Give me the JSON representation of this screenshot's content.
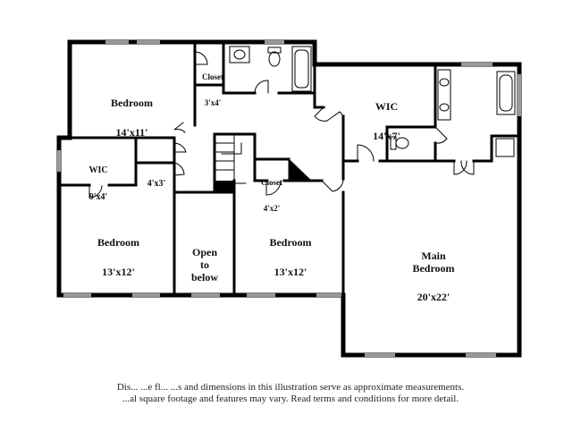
{
  "rooms": [
    {
      "id": "bedroom-nw",
      "name": "Bedroom",
      "dims": "14'x11'"
    },
    {
      "id": "closet-nw",
      "name": "Closet",
      "dims": "3'x4'"
    },
    {
      "id": "wic-w",
      "name": "WIC",
      "dims": "9'x4'"
    },
    {
      "id": "closet-small",
      "name": "",
      "dims": "4'x3'"
    },
    {
      "id": "bedroom-sw",
      "name": "Bedroom",
      "dims": "13'x12'"
    },
    {
      "id": "open-below",
      "name": "Open\nto\nbelow",
      "dims": ""
    },
    {
      "id": "closet-center",
      "name": "Closet",
      "dims": "4'x2'"
    },
    {
      "id": "bedroom-center",
      "name": "Bedroom",
      "dims": "13'x12'"
    },
    {
      "id": "wic-e",
      "name": "WIC",
      "dims": "14'x7'"
    },
    {
      "id": "main-bedroom",
      "name": "Main\nBedroom",
      "dims": "20'x22'"
    }
  ],
  "disclaimer": {
    "line1": "Dis... ...e fl... ...s and dimensions in this illustration serve as approximate measurements.",
    "line2": "...al square footage and features may vary. Read terms and conditions for more detail."
  }
}
